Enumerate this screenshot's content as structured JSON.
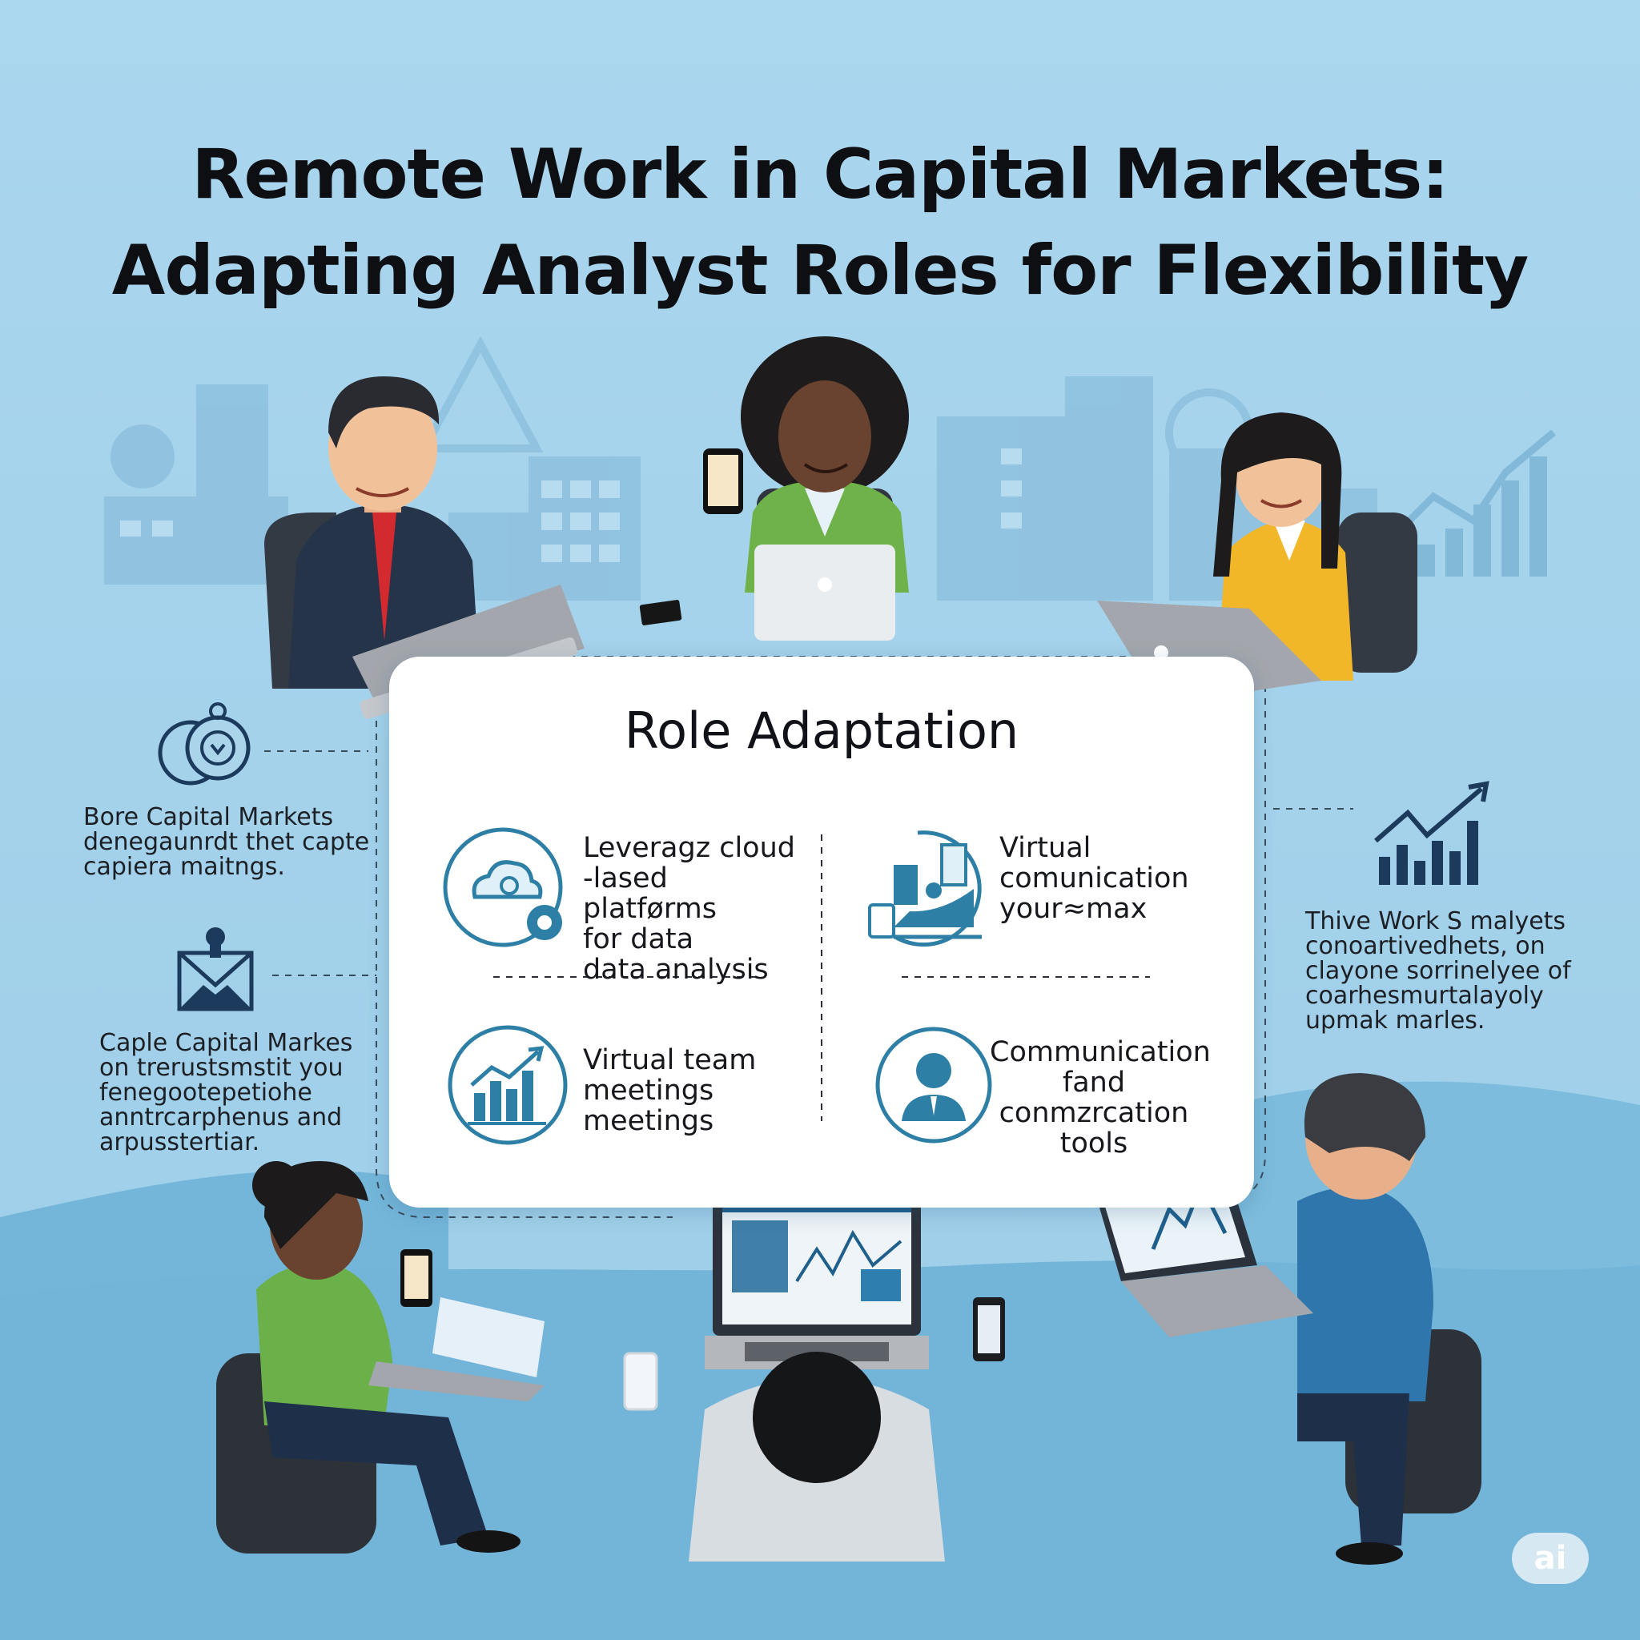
{
  "title": {
    "line1": "Remote Work in Capital Markets:",
    "line2": "Adapting Analyst Roles for Flexibility"
  },
  "panel": {
    "heading": "Role Adaptation",
    "items": [
      {
        "icon": "cloud-icon",
        "lines": [
          "Leveragz cloud",
          "-lased platførms",
          "for data",
          "data analysis"
        ]
      },
      {
        "icon": "video-conference-icon",
        "lines": [
          "Virtual",
          "comunication",
          "your≈max"
        ]
      },
      {
        "icon": "chart-growth-icon",
        "lines": [
          "Virtual team",
          "meetings",
          "meetings"
        ]
      },
      {
        "icon": "person-icon",
        "lines": [
          "Communication",
          "fand",
          "conmzrcation",
          "tools"
        ]
      }
    ]
  },
  "left_notes": [
    {
      "icon": "coins-icon",
      "lines": [
        "Bore Capital Markets",
        "denegaunrdt thet capte",
        "capiera maitngs."
      ]
    },
    {
      "icon": "envelope-icon",
      "lines": [
        "Caple Capital Markes",
        "on trerustsmstit you",
        "fenegootepetiohe",
        "anntrcarphenus and",
        "arpusstertiar."
      ]
    }
  ],
  "right_note": {
    "icon": "bar-chart-icon",
    "lines": [
      "Thive Work S malyets",
      "conoartivedhets, on",
      "clayone sorrinelyee of",
      "coarhesmurtalayoly",
      "upmak marles."
    ]
  },
  "badge": "ai",
  "colors": {
    "background": "#a9d4ea",
    "accent": "#2e7fb0",
    "icon_stroke": "#2d7fa6",
    "dark_navy": "#1b3a5c"
  }
}
